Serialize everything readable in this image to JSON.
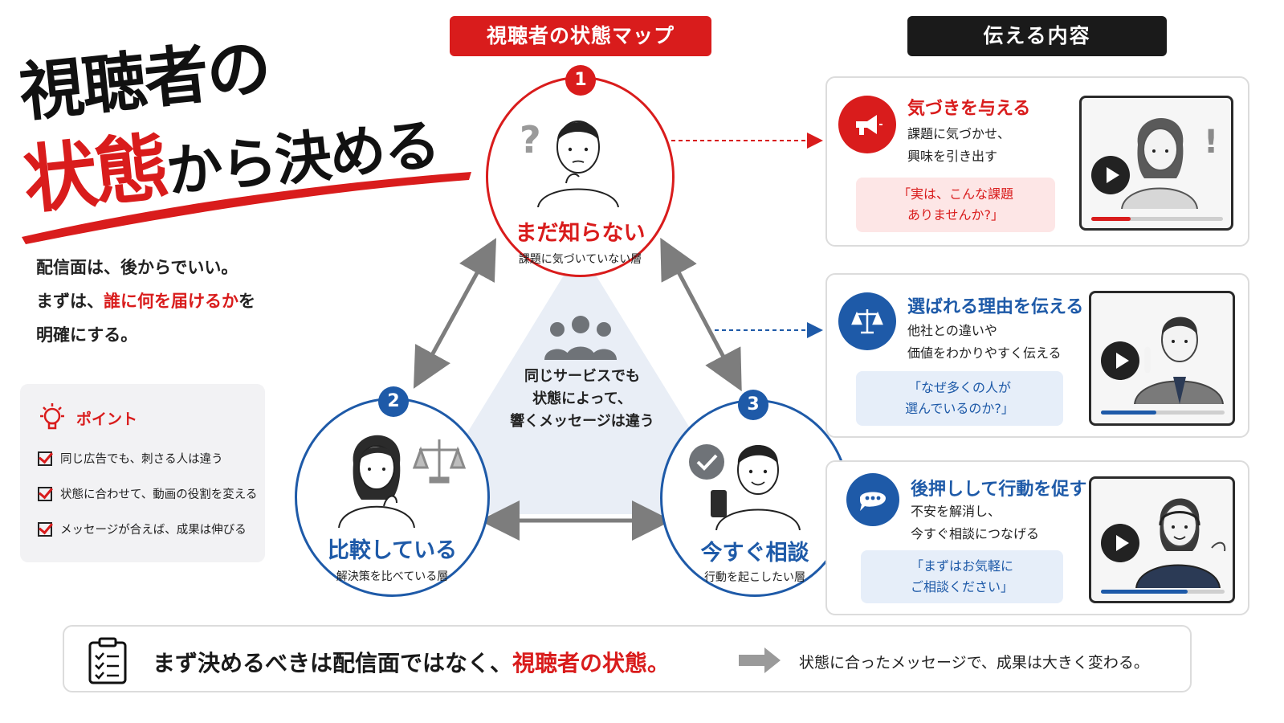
{
  "headline": {
    "line1": "視聴者の",
    "line2_red": "状態",
    "line2_black": "から決める"
  },
  "lead": {
    "line1": "配信面は、後からでいい。",
    "line2_pre": "まずは、",
    "line2_highlight": "誰に何を届けるか",
    "line2_post": "を",
    "line3": "明確にする。"
  },
  "points": {
    "title": "ポイント",
    "items": [
      "同じ広告でも、刺さる人は違う",
      "状態に合わせて、動画の役割を変える",
      "メッセージが合えば、成果は伸びる"
    ]
  },
  "map": {
    "title": "視聴者の状態マップ",
    "center_text": [
      "同じサービスでも",
      "状態によって、",
      "響くメッセージは違う"
    ],
    "states": [
      {
        "number": "1",
        "label": "まだ知らない",
        "sub": "課題に気づいていない層"
      },
      {
        "number": "2",
        "label": "比較している",
        "sub": "解決策を比べている層"
      },
      {
        "number": "3",
        "label": "今すぐ相談",
        "sub": "行動を起こしたい層"
      }
    ]
  },
  "convey": {
    "title": "伝える内容",
    "cards": [
      {
        "icon": "megaphone-icon",
        "title": "気づきを与える",
        "desc": [
          "課題に気づかせ、",
          "興味を引き出す"
        ],
        "quote": [
          "「実は、こんな課題",
          "ありませんか?」"
        ],
        "progress": 0.3
      },
      {
        "icon": "scale-icon",
        "title": "選ばれる理由を伝える",
        "desc": [
          "他社との違いや",
          "価値をわかりやすく伝える"
        ],
        "quote": [
          "「なぜ多くの人が",
          "選んでいるのか?」"
        ],
        "progress": 0.45
      },
      {
        "icon": "chat-bubble-icon",
        "title": "後押しして行動を促す",
        "desc": [
          "不安を解消し、",
          "今すぐ相談につなげる"
        ],
        "quote": [
          "「まずはお気軽に",
          "ご相談ください」"
        ],
        "progress": 0.7
      }
    ]
  },
  "banner": {
    "main_pre": "まず決めるべきは配信面ではなく、",
    "main_highlight": "視聴者の状態。",
    "sub": "状態に合ったメッセージで、成果は大きく変わる。"
  },
  "colors": {
    "red": "#d91c1c",
    "blue": "#1e5aa8",
    "dark": "#1a1a1a",
    "pink_quote": "#fde6e6",
    "blue_quote": "#e6eef9"
  }
}
